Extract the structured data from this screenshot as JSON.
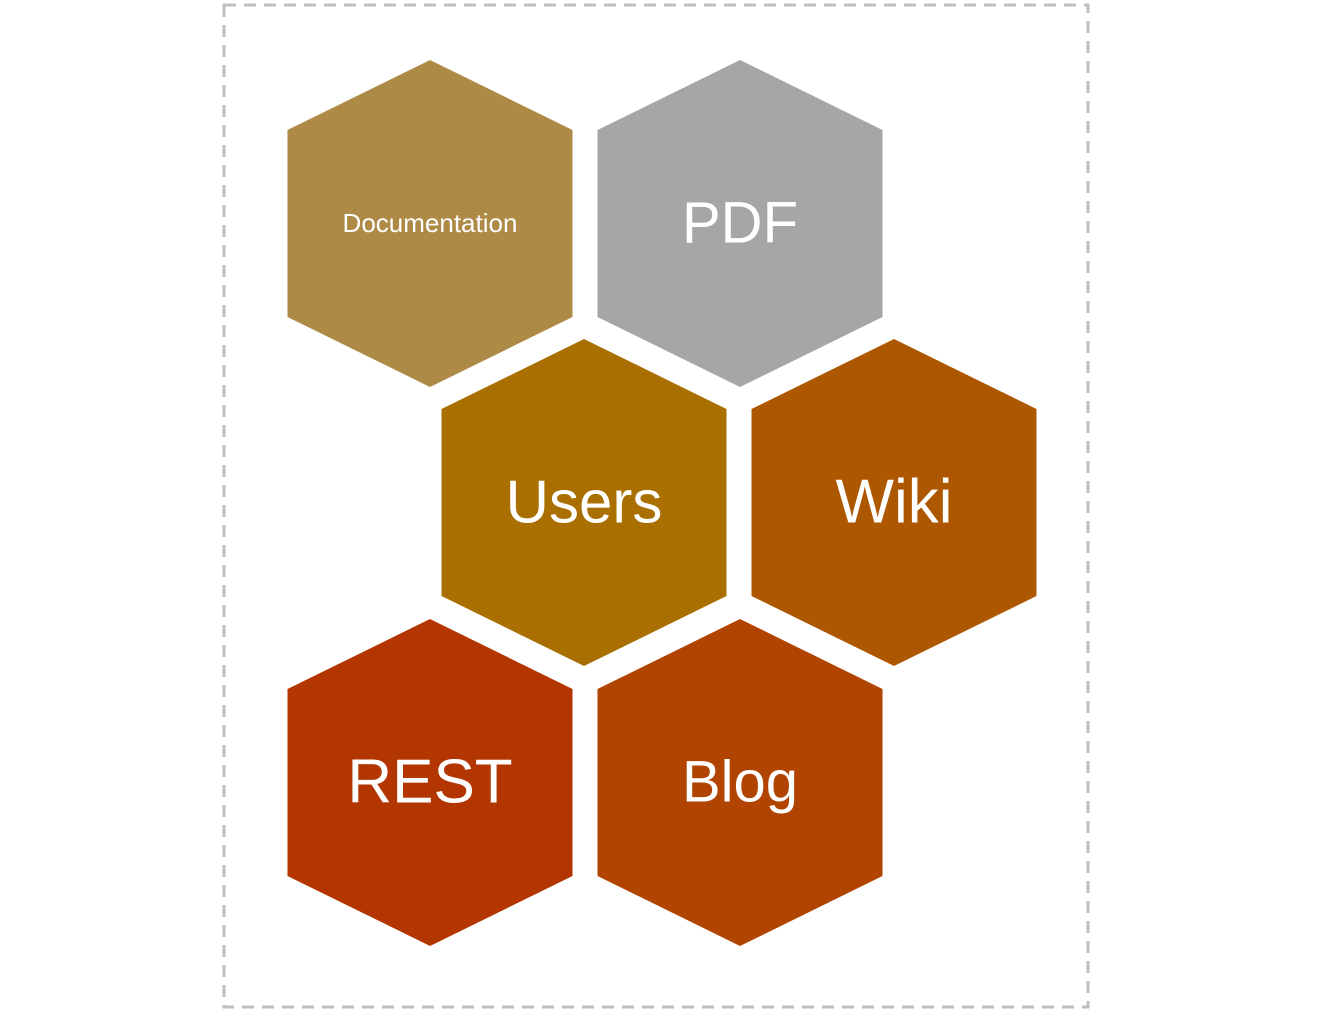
{
  "hexagons": [
    {
      "label": "Documentation",
      "color": "#AE8A47"
    },
    {
      "label": "PDF",
      "color": "#A6A6A6"
    },
    {
      "label": "Users",
      "color": "#A97001"
    },
    {
      "label": "Wiki",
      "color": "#AD5700"
    },
    {
      "label": "REST",
      "color": "#B33500"
    },
    {
      "label": "Blog",
      "color": "#B04400"
    }
  ],
  "frame_color": "#BFBFBF"
}
